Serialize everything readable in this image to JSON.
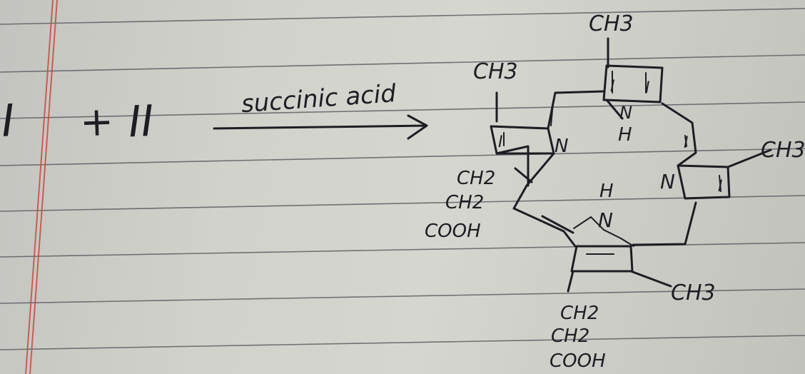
{
  "reaction": {
    "reactant_1": "I",
    "plus": "+",
    "reactant_2": "II",
    "condition": "succinic acid"
  },
  "product": {
    "labels": {
      "top_methyl": "CH3",
      "left_methyl": "CH3",
      "right_methyl": "CH3",
      "bottom_right_methyl": "CH3",
      "ring_h_top": "H",
      "center_h": "H",
      "n_left": "N",
      "n_top": "N",
      "n_right": "N",
      "n_bottom": "N",
      "ring_mark_1": "I",
      "ring_mark_2": "I",
      "ring_mark_3": "I",
      "ring_mark_4": "I",
      "ring_mark_5": "I",
      "left_chain_1": "CH2",
      "left_chain_2": "CH2",
      "left_chain_3": "COOH",
      "bottom_chain_1": "CH2",
      "bottom_chain_2": "CH2",
      "bottom_chain_3": "COOH"
    }
  }
}
